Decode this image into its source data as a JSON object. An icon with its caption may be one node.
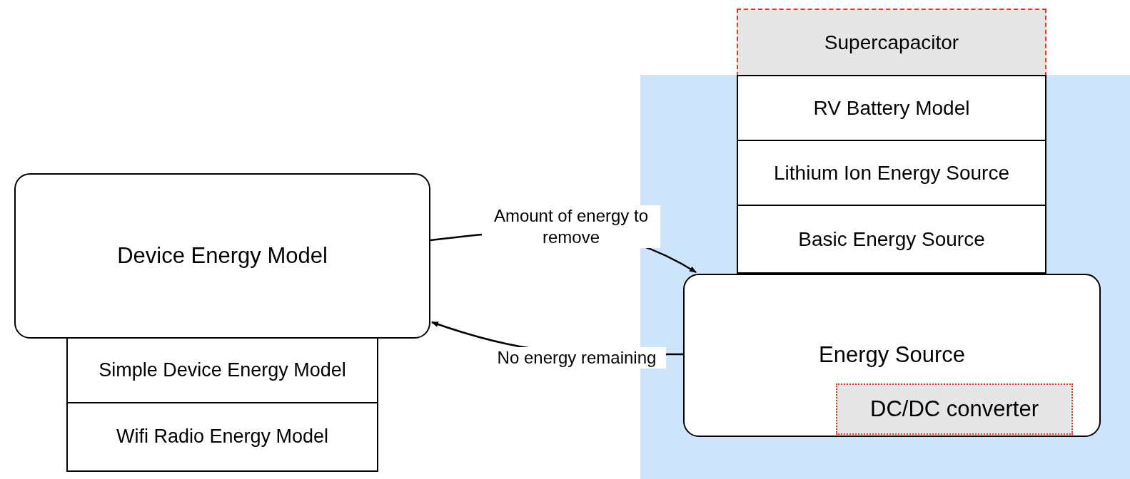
{
  "diagram": {
    "nodes": [
      {
        "text": [
          "Device Energy Model"
        ]
      },
      {
        "text": [
          "Simple Device Energy Model"
        ]
      },
      {
        "text": [
          "Wifi Radio Energy Model"
        ]
      },
      {
        "text": [
          "Supercapacitor"
        ]
      },
      {
        "text": [
          "RV Battery Model"
        ]
      },
      {
        "text": [
          "Lithium Ion Energy Source"
        ]
      },
      {
        "text": [
          "Basic Energy Source"
        ]
      },
      {
        "text": [
          "Energy Source"
        ]
      },
      {
        "text": [
          "DC/DC converter"
        ],
        "in": 7
      }
    ],
    "edges": [
      {
        "from": 0,
        "to": 7,
        "arrow": "to",
        "label": "Amount of energy to remove"
      },
      {
        "from": 7,
        "to": 0,
        "arrow": "to",
        "label": "No energy remaining"
      }
    ]
  }
}
